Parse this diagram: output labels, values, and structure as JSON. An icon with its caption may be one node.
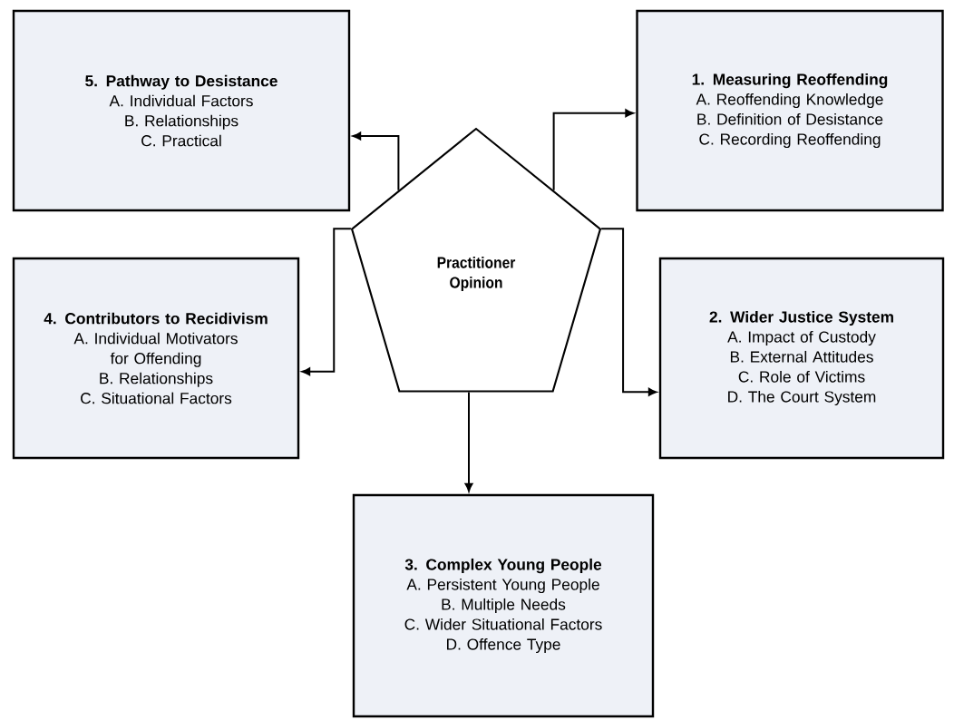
{
  "diagram": {
    "nodes": [
      {
        "text": [
          "5. Pathway to Desistance",
          "A. Individual Factors",
          "B. Relationships",
          "C. Practical"
        ]
      },
      {
        "text": [
          "1. Measuring Reoffending",
          "A. Reoffending Knowledge",
          "B. Definition of Desistance",
          "C. Recording Reoffending"
        ]
      },
      {
        "text": [
          "Practitioner Opinion"
        ]
      },
      {
        "text": [
          "4. Contributors to Recidivism",
          "A. Individual Motivators for Offending",
          "B. Relationships",
          "C. Situational Factors"
        ]
      },
      {
        "text": [
          "2. Wider Justice System",
          "A. Impact of Custody",
          "B. External Attitudes",
          "C. Role of Victims",
          "D. The Court System"
        ]
      },
      {
        "text": [
          "3. Complex Young People",
          "A. Persistent Young People",
          "B. Multiple Needs",
          "C. Wider Situational Factors",
          "D. Offence Type"
        ]
      }
    ],
    "edges": [
      {
        "from": 2,
        "to": 0,
        "arrow": "to"
      },
      {
        "from": 2,
        "to": 1,
        "arrow": "to"
      },
      {
        "from": 2,
        "to": 3,
        "arrow": "to"
      },
      {
        "from": 2,
        "to": 4,
        "arrow": "to"
      },
      {
        "from": 2,
        "to": 5,
        "arrow": "to"
      }
    ]
  }
}
